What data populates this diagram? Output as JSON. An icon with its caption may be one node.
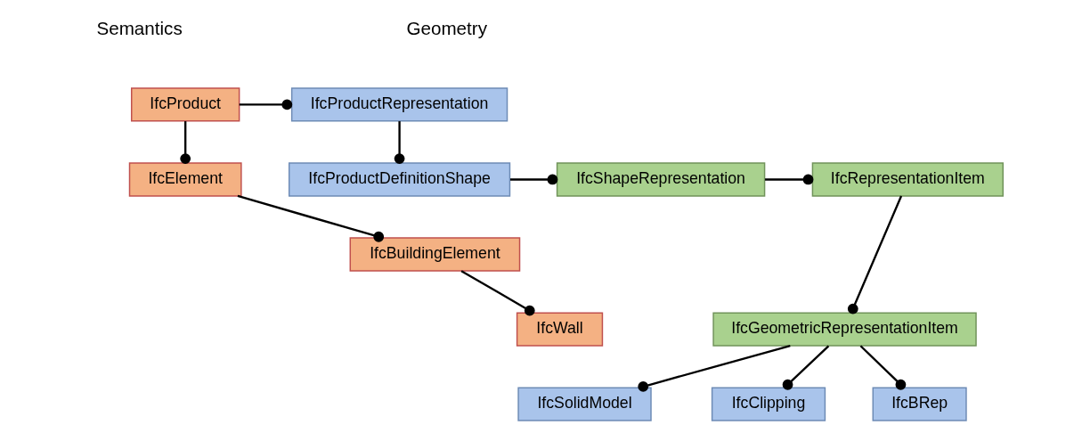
{
  "diagram": {
    "nodes": [
      {
        "text": [
          "IfcProduct"
        ]
      },
      {
        "text": [
          "IfcElement"
        ]
      },
      {
        "text": [
          "IfcBuildingElement"
        ]
      },
      {
        "text": [
          "IfcWall"
        ]
      },
      {
        "text": [
          "IfcProductRepresentation"
        ]
      },
      {
        "text": [
          "IfcProductDefinitionShape"
        ]
      },
      {
        "text": [
          "IfcShapeRepresentation"
        ]
      },
      {
        "text": [
          "IfcRepresentationItem"
        ]
      },
      {
        "text": [
          "IfcGeometricRepresentationItem"
        ]
      },
      {
        "text": [
          "IfcSolidModel"
        ]
      },
      {
        "text": [
          "IfcClipping"
        ]
      },
      {
        "text": [
          "IfcBRep"
        ]
      }
    ],
    "edges": [
      {
        "from": 0,
        "to": 4,
        "arrow": "other"
      },
      {
        "from": 0,
        "to": 1,
        "arrow": "other"
      },
      {
        "from": 1,
        "to": 2,
        "arrow": "other"
      },
      {
        "from": 2,
        "to": 3,
        "arrow": "other"
      },
      {
        "from": 4,
        "to": 5,
        "arrow": "other"
      },
      {
        "from": 5,
        "to": 6,
        "arrow": "other"
      },
      {
        "from": 6,
        "to": 7,
        "arrow": "other"
      },
      {
        "from": 7,
        "to": 8,
        "arrow": "other"
      },
      {
        "from": 8,
        "to": 9,
        "arrow": "other"
      },
      {
        "from": 8,
        "to": 10,
        "arrow": "other"
      },
      {
        "from": 8,
        "to": 11,
        "arrow": "other"
      }
    ],
    "labels": [
      "Semantics",
      "Geometry"
    ]
  }
}
